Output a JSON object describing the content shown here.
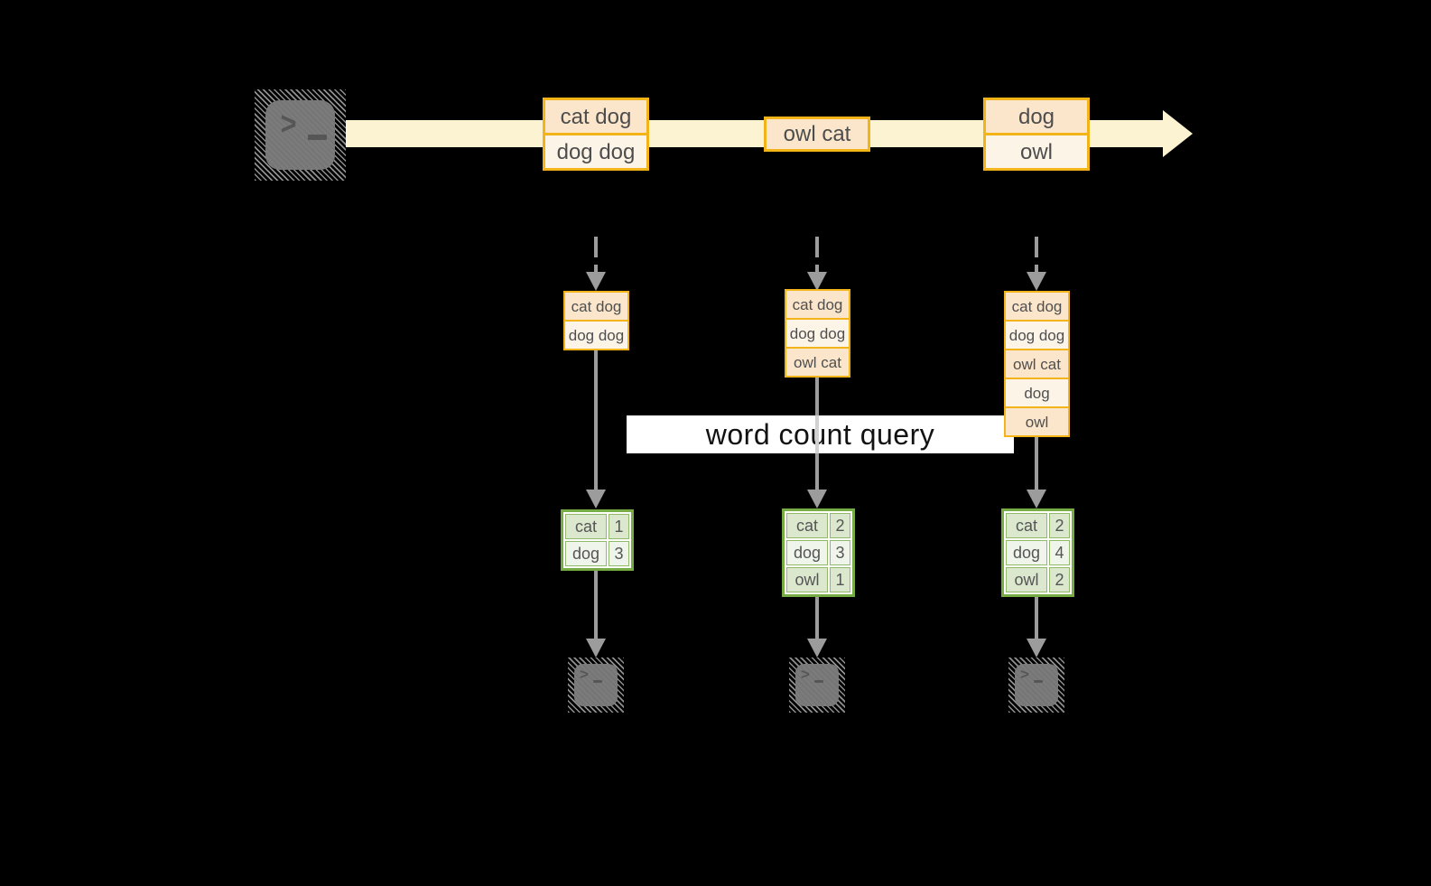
{
  "banner": {
    "label": "word count query"
  },
  "icons": {
    "source": "terminal-prompt-icon",
    "output": "terminal-prompt-icon",
    "stream_arrow": "right-arrow-icon"
  },
  "stream_events": [
    {
      "cells": [
        "cat dog",
        "dog dog"
      ]
    },
    {
      "cells": [
        "owl cat"
      ]
    },
    {
      "cells": [
        "dog",
        "owl"
      ]
    }
  ],
  "buffers": [
    {
      "cells": [
        "cat dog",
        "dog dog"
      ]
    },
    {
      "cells": [
        "cat dog",
        "dog dog",
        "owl cat"
      ]
    },
    {
      "cells": [
        "cat dog",
        "dog dog",
        "owl cat",
        "dog",
        "owl"
      ]
    }
  ],
  "count_tables": [
    {
      "rows": [
        {
          "word": "cat",
          "count": "1"
        },
        {
          "word": "dog",
          "count": "3"
        }
      ]
    },
    {
      "rows": [
        {
          "word": "cat",
          "count": "2"
        },
        {
          "word": "dog",
          "count": "3"
        },
        {
          "word": "owl",
          "count": "1"
        }
      ]
    },
    {
      "rows": [
        {
          "word": "cat",
          "count": "2"
        },
        {
          "word": "dog",
          "count": "4"
        },
        {
          "word": "owl",
          "count": "2"
        }
      ]
    }
  ],
  "colors": {
    "background": "#000000",
    "stream_band": "#FCF3D2",
    "orange_border": "#F2B418",
    "orange_fill_dark": "#FBE6CB",
    "orange_fill_light": "#FDF4E8",
    "green_border": "#77AC45",
    "green_fill_dark": "#DCE8CE",
    "green_fill_light": "#F0F5EB",
    "arrow_gray": "#9C9C9C",
    "banner_bg": "#FFFFFF"
  }
}
